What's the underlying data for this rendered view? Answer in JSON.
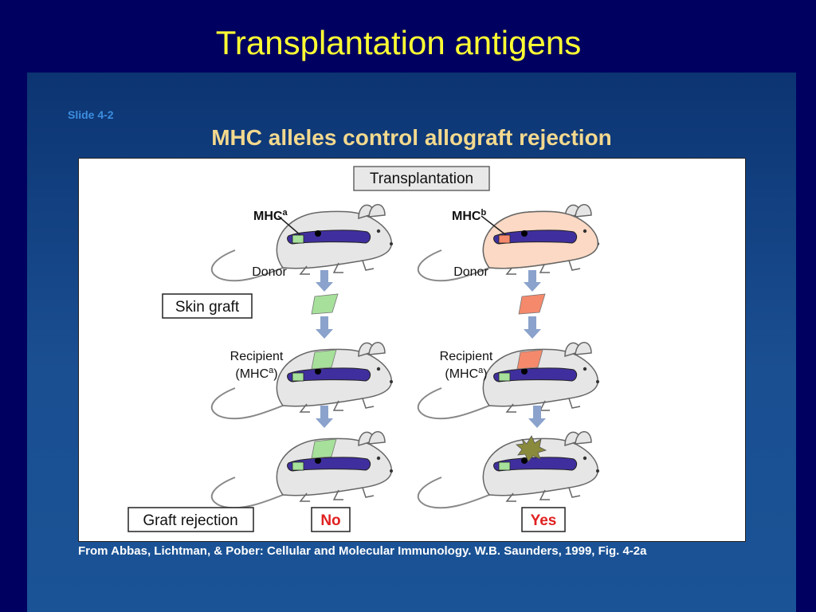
{
  "slide": {
    "title": "Transplantation antigens"
  },
  "panel": {
    "slide_number": "Slide 4-2",
    "figure_title": "MHC alleles control allograft rejection",
    "credit": "From Abbas, Lichtman, & Pober: Cellular and Molecular Immunology. W.B. Saunders, 1999, Fig. 4-2a"
  },
  "diagram": {
    "header": "Transplantation",
    "skin_graft_label": "Skin graft",
    "graft_rejection_label": "Graft rejection",
    "left": {
      "donor_allele_prefix": "MHC",
      "donor_allele_sup": "a",
      "donor_label": "Donor",
      "recipient_line1": "Recipient",
      "recipient_line2_prefix": "(MHC",
      "recipient_line2_sup": "a",
      "recipient_line2_suffix": ")",
      "result": "No"
    },
    "right": {
      "donor_allele_prefix": "MHC",
      "donor_allele_sup": "b",
      "donor_label": "Donor",
      "recipient_line1": "Recipient",
      "recipient_line2_prefix": "(MHC",
      "recipient_line2_sup": "a",
      "recipient_line2_suffix": ")",
      "result": "Yes"
    }
  },
  "colors": {
    "mouse_body": "#e6e6e6",
    "mouse_body_b": "#fbd9c4",
    "chromosome": "#3f2f9e",
    "allele_a": "#a6e09a",
    "allele_b": "#f4896c",
    "rejected_graft": "#8a8a3c",
    "arrow": "#8aa2cc",
    "result_text": "#e02020"
  }
}
